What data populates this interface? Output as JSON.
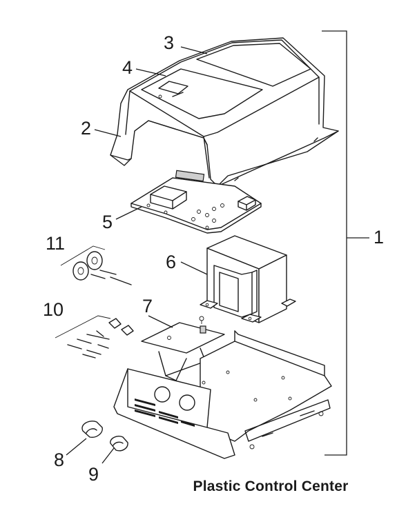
{
  "caption": "Plastic Control Center",
  "callouts": [
    {
      "id": "1",
      "part": "assembly"
    },
    {
      "id": "2",
      "part": "cover"
    },
    {
      "id": "3",
      "part": "cover-top-panel"
    },
    {
      "id": "4",
      "part": "display-window"
    },
    {
      "id": "5",
      "part": "circuit-board"
    },
    {
      "id": "6",
      "part": "transformer"
    },
    {
      "id": "7",
      "part": "bracket-board"
    },
    {
      "id": "8",
      "part": "cable-clamp-large"
    },
    {
      "id": "9",
      "part": "cable-clamp-small"
    },
    {
      "id": "10",
      "part": "hardware-kit"
    },
    {
      "id": "11",
      "part": "spacer-kit"
    }
  ]
}
